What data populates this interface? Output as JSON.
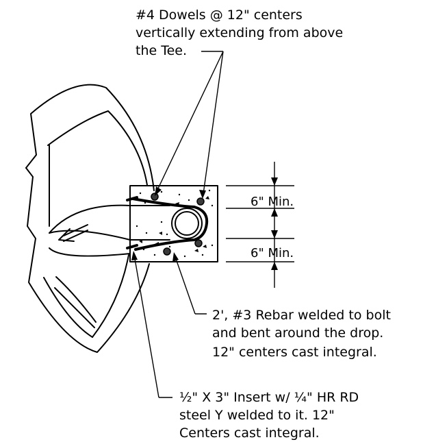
{
  "notes": {
    "dowels": [
      "#4 Dowels @ 12\" centers",
      "vertically extending from above",
      "the Tee."
    ],
    "rebar": [
      "2', #3 Rebar welded to bolt",
      "and bent around the drop.",
      "12\" centers cast integral."
    ],
    "insert": [
      "½\" X 3\" Insert w/ ¼\" HR RD",
      "steel Y welded to it.  12\"",
      "Centers cast integral."
    ]
  },
  "dimensions": {
    "top": "6\" Min.",
    "bottom": "6\" Min."
  }
}
